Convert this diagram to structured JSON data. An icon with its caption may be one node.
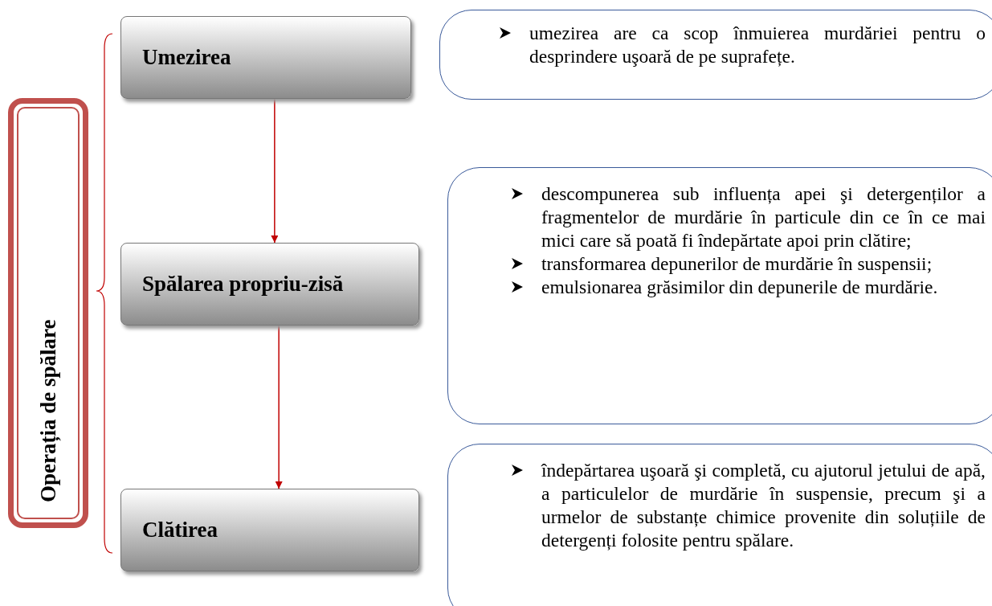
{
  "diagram": {
    "nodes": [
      {
        "text": [
          "Operația de spălare"
        ]
      },
      {
        "text": [
          "Umezirea"
        ]
      },
      {
        "text": [
          "Spălarea propriu-zisă"
        ]
      },
      {
        "text": [
          "Clătirea"
        ]
      },
      {
        "text": [
          "umezirea are ca scop înmuierea murdăriei pentru o desprindere uşoară de pe suprafețe."
        ]
      },
      {
        "text": [
          "descompunerea sub influența apei şi detergenților a fragmentelor de murdărie în particule din ce în ce mai mici care să poată fi îndepărtate apoi prin clătire;",
          "transformarea depunerilor de murdărie în suspensii;",
          "emulsionarea grăsimilor din depunerile de murdărie."
        ]
      },
      {
        "text": [
          "îndepărtarea uşoară şi completă, cu ajutorul jetului de apă, a particulelor de murdărie în suspensie, precum şi a urmelor de substanțe chimice provenite din soluțiile de detergenți folosite pentru spălare."
        ]
      }
    ],
    "edges": [
      {
        "from": 1,
        "to": 2,
        "arrow": "to",
        "color": "#c00000"
      },
      {
        "from": 2,
        "to": 3,
        "arrow": "to",
        "color": "#c00000"
      }
    ]
  }
}
